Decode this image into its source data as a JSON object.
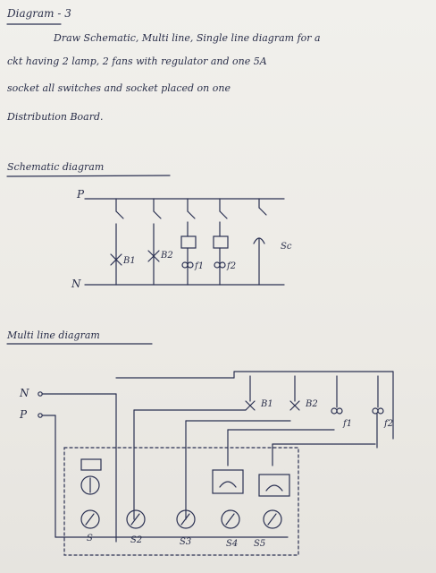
{
  "heading": {
    "title": "Diagram - 3"
  },
  "question": {
    "line1": "Draw Schematic, Multi line, Single line diagram for a",
    "line2": "ckt having 2 lamp, 2 fans with regulator and one 5A",
    "line3": "socket all switches and socket placed on one",
    "line4": "Distribution Board."
  },
  "schematic": {
    "heading": "Schematic diagram",
    "phase_label": "P",
    "neutral_label": "N",
    "lamp1": "B1",
    "lamp2": "B2",
    "fan1": "f1",
    "fan2": "f2",
    "socket": "Sc"
  },
  "multiline": {
    "heading": "Multi line diagram",
    "neutral_label": "N",
    "phase_label": "P",
    "lamp1": "B1",
    "lamp2": "B2",
    "fan1": "f1",
    "fan2": "f2",
    "switches": [
      "S",
      "S2",
      "S3",
      "S4",
      "S5"
    ]
  }
}
